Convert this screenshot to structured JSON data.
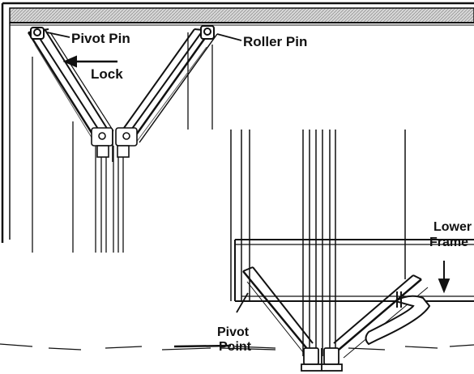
{
  "labels": {
    "pivot_pin": "Pivot Pin",
    "roller_pin": "Roller Pin",
    "lock": "Lock",
    "pivot_point_line1": "Pivot",
    "pivot_point_line2": "Point",
    "lower_frame_line1": "Lower",
    "lower_frame_line2": "Frame"
  },
  "colors": {
    "ink": "#111111",
    "paper": "#ffffff",
    "shade": "#9a9a9a"
  }
}
